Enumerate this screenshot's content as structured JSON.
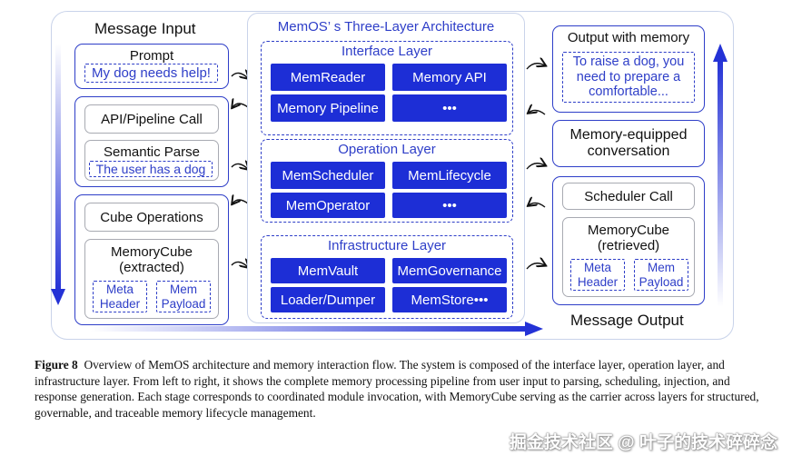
{
  "left": {
    "title": "Message Input",
    "prompt_label": "Prompt",
    "prompt_value": "My dog needs help!",
    "api_call": "API/Pipeline Call",
    "semantic_parse": "Semantic Parse",
    "semantic_value": "The user has a dog",
    "cube_ops": "Cube Operations",
    "cube_label_line1": "MemoryCube",
    "cube_label_line2": "(extracted)",
    "meta_line1": "Meta",
    "meta_line2": "Header",
    "mem_line1": "Mem",
    "mem_line2": "Payload"
  },
  "arch": {
    "title": "MemOS’ s Three-Layer Architecture",
    "interface_title": "Interface Layer",
    "interface_modules": [
      "MemReader",
      "Memory API",
      "Memory Pipeline",
      "•••"
    ],
    "operation_title": "Operation Layer",
    "operation_modules": [
      "MemScheduler",
      "MemLifecycle",
      "MemOperator",
      "•••"
    ],
    "infra_title": "Infrastructure Layer",
    "infra_modules": [
      "MemVault",
      "MemGovernance",
      "Loader/Dumper",
      "MemStore•••"
    ]
  },
  "right": {
    "output_title": "Output with memory",
    "output_line1": "To raise a dog, you",
    "output_line2": "need to prepare a",
    "output_line3": "comfortable...",
    "conv_line1": "Memory-equipped",
    "conv_line2": "conversation",
    "scheduler_call": "Scheduler Call",
    "cube_label_line1": "MemoryCube",
    "cube_label_line2": "(retrieved)",
    "meta_line1": "Meta",
    "meta_line2": "Header",
    "mem_line1": "Mem",
    "mem_line2": "Payload",
    "title": "Message Output"
  },
  "caption": {
    "figure_label": "Figure 8",
    "text": "Overview of MemOS architecture and memory interaction flow. The system is composed of the interface layer, operation layer, and infrastructure layer. From left to right, it shows the complete memory processing pipeline from user input to parsing, scheduling, injection, and response generation. Each stage corresponds to coordinated module invocation, with MemoryCube serving as the carrier across layers for structured, governable, and traceable memory lifecycle management."
  },
  "watermark": "掘金技术社区 @ 叶子的技术碎碎念",
  "colors": {
    "accent": "#1d2ed6",
    "outline": "#2e3ec8",
    "gradient_light": "#d6dcf7"
  }
}
